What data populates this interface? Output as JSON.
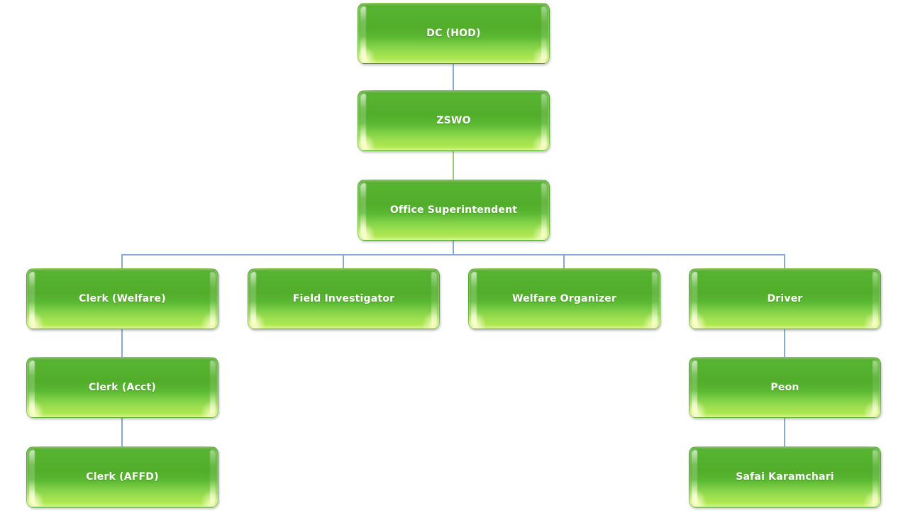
{
  "org_chart": {
    "type": "org-hierarchy",
    "nodes": [
      {
        "id": "dc-hod",
        "label": "DC (HOD)",
        "reports_to": null
      },
      {
        "id": "zswo",
        "label": "ZSWO",
        "reports_to": "dc-hod"
      },
      {
        "id": "office-superintendent",
        "label": "Office Superintendent",
        "reports_to": "zswo"
      },
      {
        "id": "clerk-welfare",
        "label": "Clerk (Welfare)",
        "reports_to": "office-superintendent"
      },
      {
        "id": "field-investigator",
        "label": "Field Investigator",
        "reports_to": "office-superintendent"
      },
      {
        "id": "welfare-organizer",
        "label": "Welfare Organizer",
        "reports_to": "office-superintendent"
      },
      {
        "id": "driver",
        "label": "Driver",
        "reports_to": "office-superintendent"
      },
      {
        "id": "clerk-acct",
        "label": "Clerk (Acct)",
        "reports_to": "clerk-welfare"
      },
      {
        "id": "clerk-affd",
        "label": "Clerk (AFFD)",
        "reports_to": "clerk-acct"
      },
      {
        "id": "peon",
        "label": "Peon",
        "reports_to": "driver"
      },
      {
        "id": "safai-karamchari",
        "label": "Safai Karamchari",
        "reports_to": "peon"
      }
    ],
    "colors": {
      "node_fill_top": "#53b02c",
      "node_fill_bottom": "#b9ee5b",
      "node_text": "#ffffff",
      "connector_default": "#87a9d6",
      "connector_zswo_to_office_superintendent": "#9bc878",
      "background": "#ffffff"
    }
  }
}
